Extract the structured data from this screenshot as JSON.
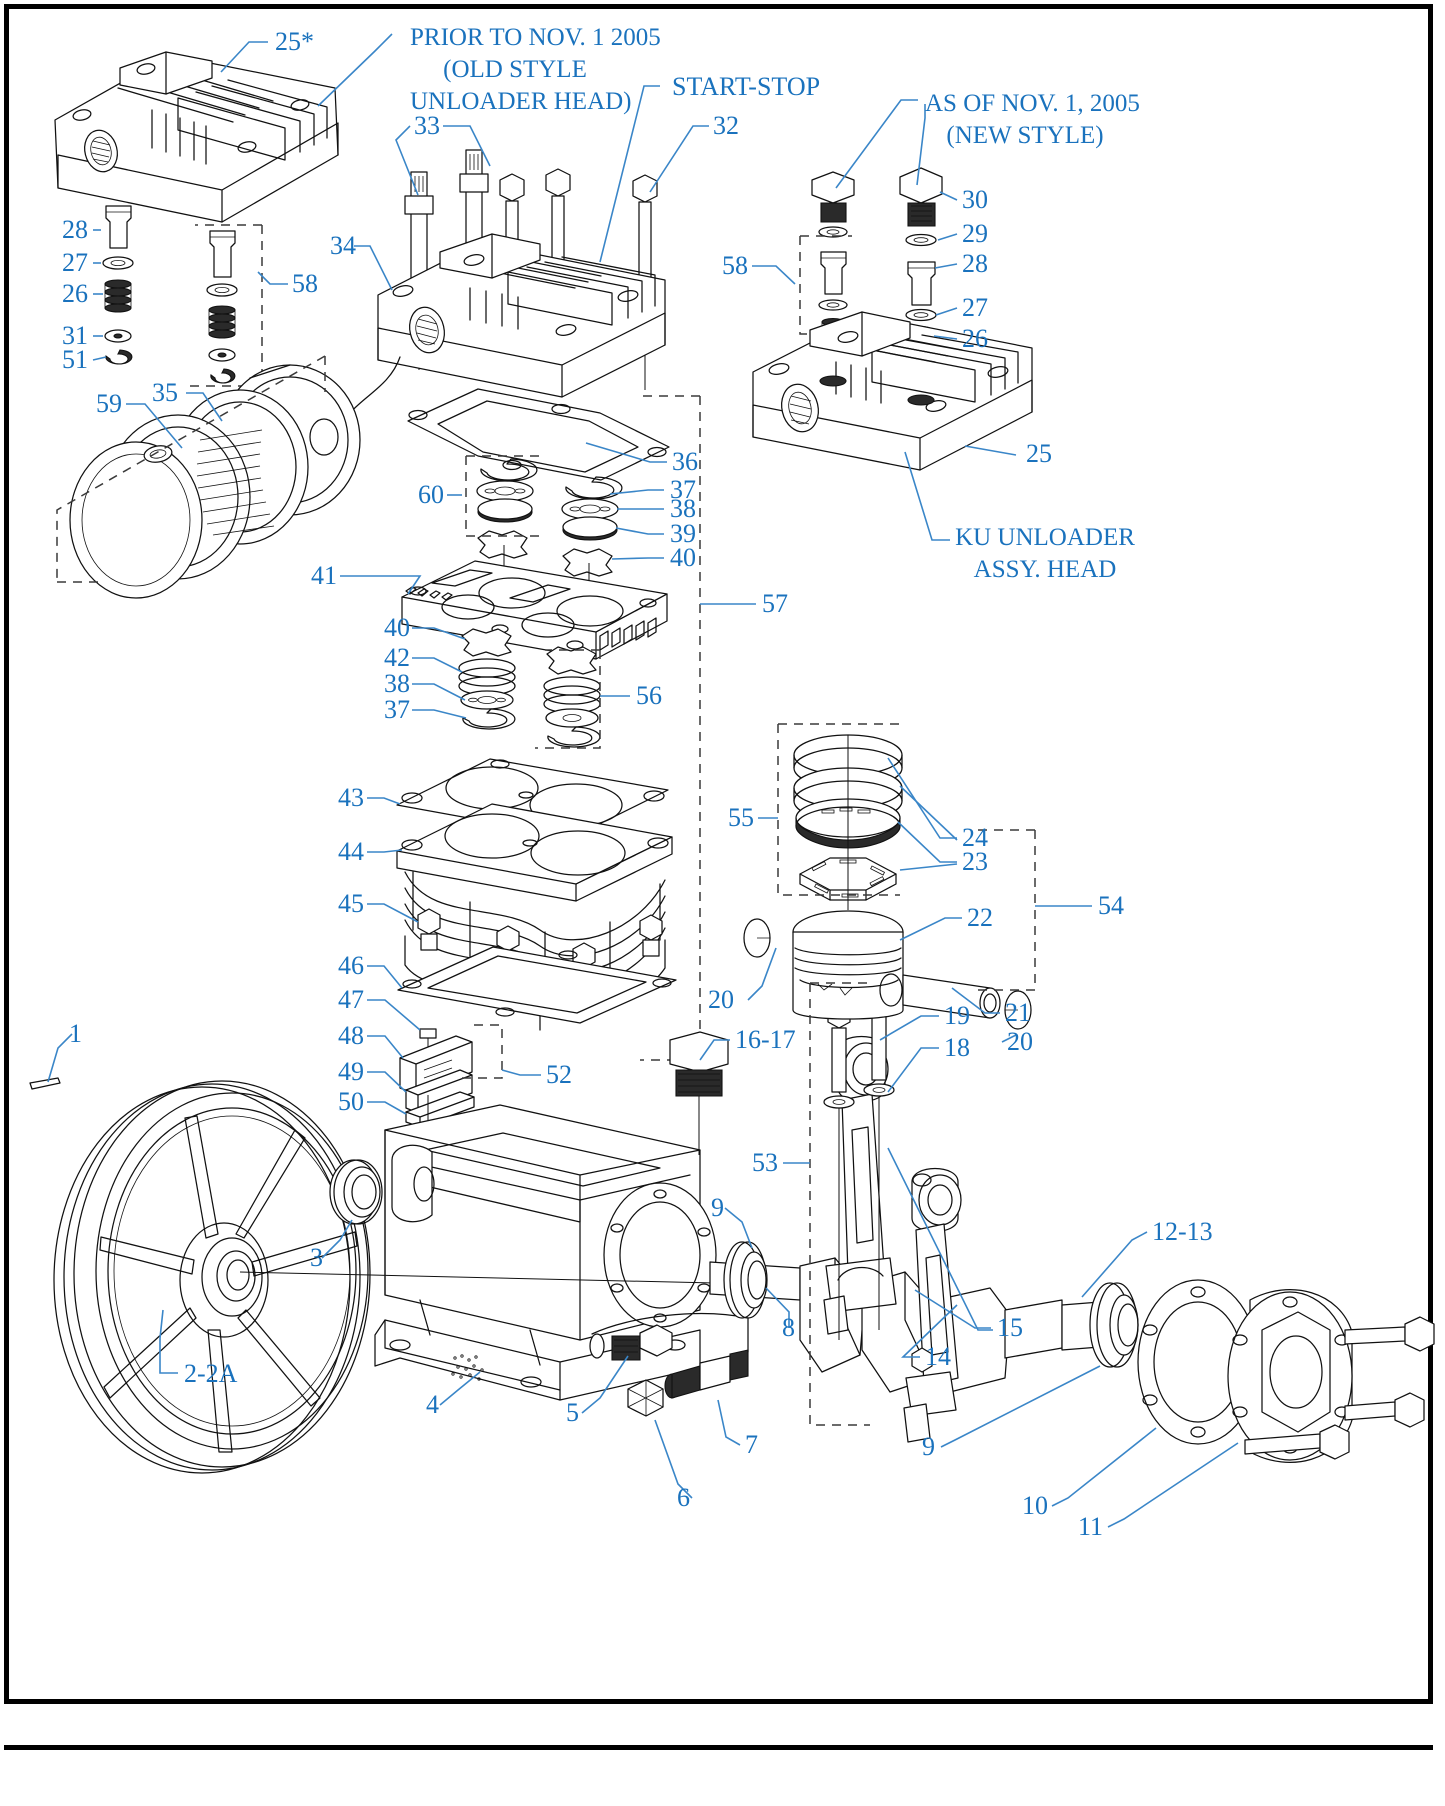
{
  "diagram": {
    "title": "Air Compressor Pump Exploded Parts Diagram",
    "accent_color": "#1a72bd",
    "line_color": "#3a86c8",
    "notes": [
      {
        "id": "note-old-style",
        "text": "PRIOR TO NOV. 1 2005\n(OLD STYLE\nUNLOADER HEAD)"
      },
      {
        "id": "note-start-stop",
        "text": "START-STOP"
      },
      {
        "id": "note-new-style",
        "text": "AS OF NOV. 1, 2005\n(NEW STYLE)"
      },
      {
        "id": "note-ku-unloader",
        "text": "KU UNLOADER\nASSY. HEAD"
      }
    ],
    "note_old_style_l1": "PRIOR TO NOV. 1 2005",
    "note_old_style_l2": "(OLD STYLE",
    "note_old_style_l3": "UNLOADER HEAD)",
    "note_start_stop": "START-STOP",
    "note_new_style_l1": "AS OF NOV. 1, 2005",
    "note_new_style_l2": "(NEW STYLE)",
    "note_ku_l1": "KU UNLOADER",
    "note_ku_l2": "ASSY. HEAD",
    "callouts": [
      {
        "key": "c25star",
        "label": "25*",
        "name": "callout-25-star"
      },
      {
        "key": "c33",
        "label": "33",
        "name": "callout-33"
      },
      {
        "key": "c32",
        "label": "32",
        "name": "callout-32"
      },
      {
        "key": "c30",
        "label": "30",
        "name": "callout-30"
      },
      {
        "key": "c29",
        "label": "29",
        "name": "callout-29"
      },
      {
        "key": "c28r",
        "label": "28",
        "name": "callout-28-right"
      },
      {
        "key": "c27r",
        "label": "27",
        "name": "callout-27-right"
      },
      {
        "key": "c26r",
        "label": "26",
        "name": "callout-26-right"
      },
      {
        "key": "c58r",
        "label": "58",
        "name": "callout-58-right"
      },
      {
        "key": "c25",
        "label": "25",
        "name": "callout-25"
      },
      {
        "key": "c34",
        "label": "34",
        "name": "callout-34"
      },
      {
        "key": "c28",
        "label": "28",
        "name": "callout-28"
      },
      {
        "key": "c27",
        "label": "27",
        "name": "callout-27"
      },
      {
        "key": "c26",
        "label": "26",
        "name": "callout-26"
      },
      {
        "key": "c31",
        "label": "31",
        "name": "callout-31"
      },
      {
        "key": "c51",
        "label": "51",
        "name": "callout-51"
      },
      {
        "key": "c58",
        "label": "58",
        "name": "callout-58"
      },
      {
        "key": "c59",
        "label": "59",
        "name": "callout-59"
      },
      {
        "key": "c35",
        "label": "35",
        "name": "callout-35"
      },
      {
        "key": "c36",
        "label": "36",
        "name": "callout-36"
      },
      {
        "key": "c60",
        "label": "60",
        "name": "callout-60"
      },
      {
        "key": "c37",
        "label": "37",
        "name": "callout-37"
      },
      {
        "key": "c38",
        "label": "38",
        "name": "callout-38"
      },
      {
        "key": "c39",
        "label": "39",
        "name": "callout-39"
      },
      {
        "key": "c40",
        "label": "40",
        "name": "callout-40"
      },
      {
        "key": "c41",
        "label": "41",
        "name": "callout-41"
      },
      {
        "key": "c57",
        "label": "57",
        "name": "callout-57"
      },
      {
        "key": "c40b",
        "label": "40",
        "name": "callout-40-lower"
      },
      {
        "key": "c42",
        "label": "42",
        "name": "callout-42"
      },
      {
        "key": "c38b",
        "label": "38",
        "name": "callout-38-lower"
      },
      {
        "key": "c37b",
        "label": "37",
        "name": "callout-37-lower"
      },
      {
        "key": "c56",
        "label": "56",
        "name": "callout-56"
      },
      {
        "key": "c43",
        "label": "43",
        "name": "callout-43"
      },
      {
        "key": "c44",
        "label": "44",
        "name": "callout-44"
      },
      {
        "key": "c45",
        "label": "45",
        "name": "callout-45"
      },
      {
        "key": "c46",
        "label": "46",
        "name": "callout-46"
      },
      {
        "key": "c47",
        "label": "47",
        "name": "callout-47"
      },
      {
        "key": "c48",
        "label": "48",
        "name": "callout-48"
      },
      {
        "key": "c49",
        "label": "49",
        "name": "callout-49"
      },
      {
        "key": "c50",
        "label": "50",
        "name": "callout-50"
      },
      {
        "key": "c52",
        "label": "52",
        "name": "callout-52"
      },
      {
        "key": "c55",
        "label": "55",
        "name": "callout-55"
      },
      {
        "key": "c24",
        "label": "24",
        "name": "callout-24"
      },
      {
        "key": "c23",
        "label": "23",
        "name": "callout-23"
      },
      {
        "key": "c22",
        "label": "22",
        "name": "callout-22"
      },
      {
        "key": "c21",
        "label": "21",
        "name": "callout-21"
      },
      {
        "key": "c20",
        "label": "20",
        "name": "callout-20-left"
      },
      {
        "key": "c20b",
        "label": "20",
        "name": "callout-20-right"
      },
      {
        "key": "c54",
        "label": "54",
        "name": "callout-54"
      },
      {
        "key": "c1",
        "label": "1",
        "name": "callout-1"
      },
      {
        "key": "c2",
        "label": "2-2A",
        "name": "callout-2-2a"
      },
      {
        "key": "c3",
        "label": "3",
        "name": "callout-3"
      },
      {
        "key": "c4",
        "label": "4",
        "name": "callout-4"
      },
      {
        "key": "c5",
        "label": "5",
        "name": "callout-5"
      },
      {
        "key": "c6",
        "label": "6",
        "name": "callout-6"
      },
      {
        "key": "c7",
        "label": "7",
        "name": "callout-7"
      },
      {
        "key": "c8",
        "label": "8",
        "name": "callout-8"
      },
      {
        "key": "c9",
        "label": "9",
        "name": "callout-9-upper"
      },
      {
        "key": "c9b",
        "label": "9",
        "name": "callout-9-lower"
      },
      {
        "key": "c10",
        "label": "10",
        "name": "callout-10"
      },
      {
        "key": "c11",
        "label": "11",
        "name": "callout-11"
      },
      {
        "key": "c1213",
        "label": "12-13",
        "name": "callout-12-13"
      },
      {
        "key": "c14",
        "label": "14",
        "name": "callout-14"
      },
      {
        "key": "c15",
        "label": "15",
        "name": "callout-15"
      },
      {
        "key": "c1617",
        "label": "16-17",
        "name": "callout-16-17"
      },
      {
        "key": "c18",
        "label": "18",
        "name": "callout-18"
      },
      {
        "key": "c19",
        "label": "19",
        "name": "callout-19"
      },
      {
        "key": "c53",
        "label": "53",
        "name": "callout-53"
      }
    ]
  }
}
